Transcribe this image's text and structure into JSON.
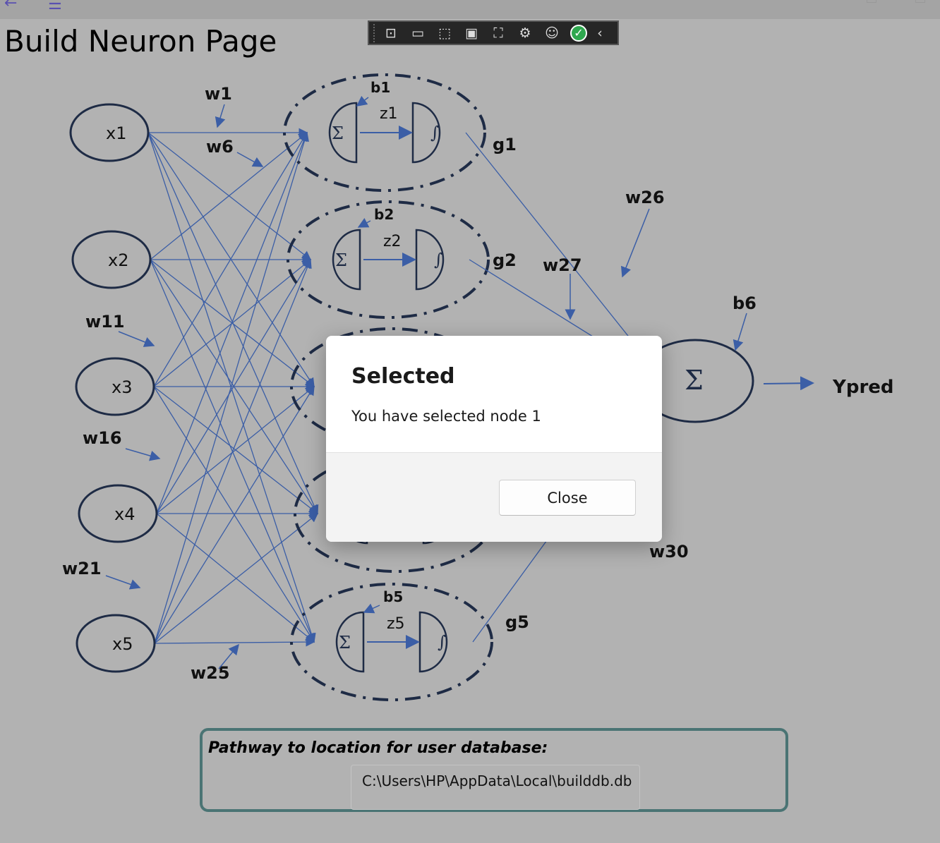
{
  "page": {
    "title": "Build Neuron Page"
  },
  "toolbar": {
    "icons": [
      "live-visual-tree-icon",
      "record-icon",
      "select-element-icon",
      "display-layout-adorners-icon",
      "track-focus-icon",
      "binding-failures-icon",
      "accessibility-icon",
      "check-icon",
      "collapse-icon"
    ]
  },
  "diagram": {
    "inputs": [
      "x1",
      "x2",
      "x3",
      "x4",
      "x5"
    ],
    "sum_symbol": "Σ",
    "activation_symbol": "∫",
    "biases": [
      "b1",
      "b2",
      "b5"
    ],
    "z_labels": [
      "z1",
      "z2",
      "z5"
    ],
    "g_labels": [
      "g1",
      "g2",
      "g5"
    ],
    "weights": [
      "w1",
      "w6",
      "w11",
      "w16",
      "w21",
      "w25",
      "w26",
      "w27",
      "w30"
    ],
    "output_bias": "b6",
    "output_label": "Ypred"
  },
  "dialog": {
    "title": "Selected",
    "message": "You have selected node 1",
    "close_label": "Close"
  },
  "database": {
    "label": "Pathway to location for user database:",
    "path": "C:\\Users\\HP\\AppData\\Local\\builddb.db"
  },
  "colors": {
    "line": "#3b5ea6",
    "outline": "#1e2b45",
    "border": "#4a7474"
  }
}
